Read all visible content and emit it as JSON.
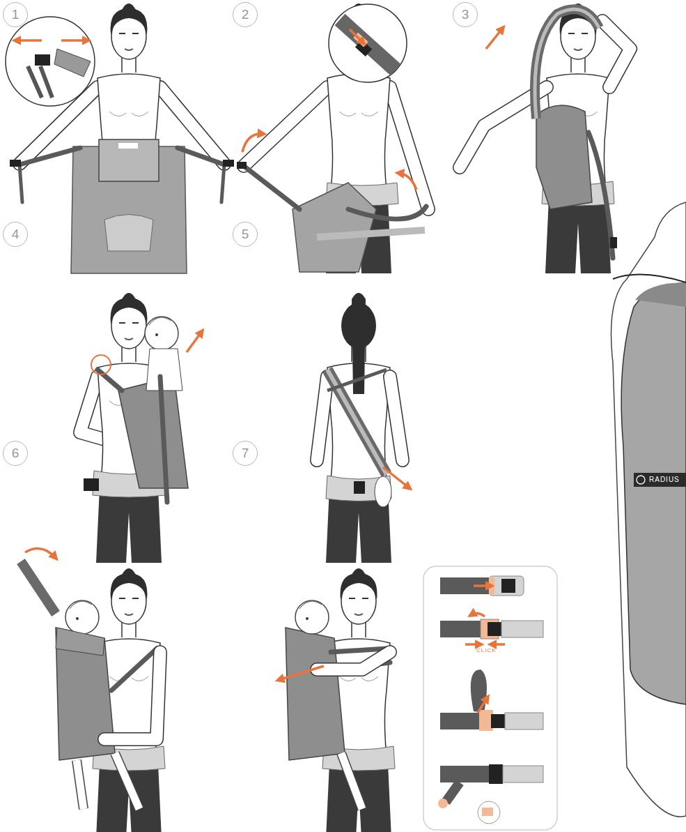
{
  "diagram": {
    "nodes": [
      {
        "text": [
          "1"
        ]
      },
      {
        "text": [
          "2"
        ]
      },
      {
        "text": [
          "3"
        ]
      },
      {
        "text": [
          "4"
        ]
      },
      {
        "text": [
          "5"
        ]
      },
      {
        "text": [
          "6"
        ]
      },
      {
        "text": [
          "7"
        ]
      }
    ],
    "labels": [
      "CLICK",
      "RADIUS"
    ]
  }
}
